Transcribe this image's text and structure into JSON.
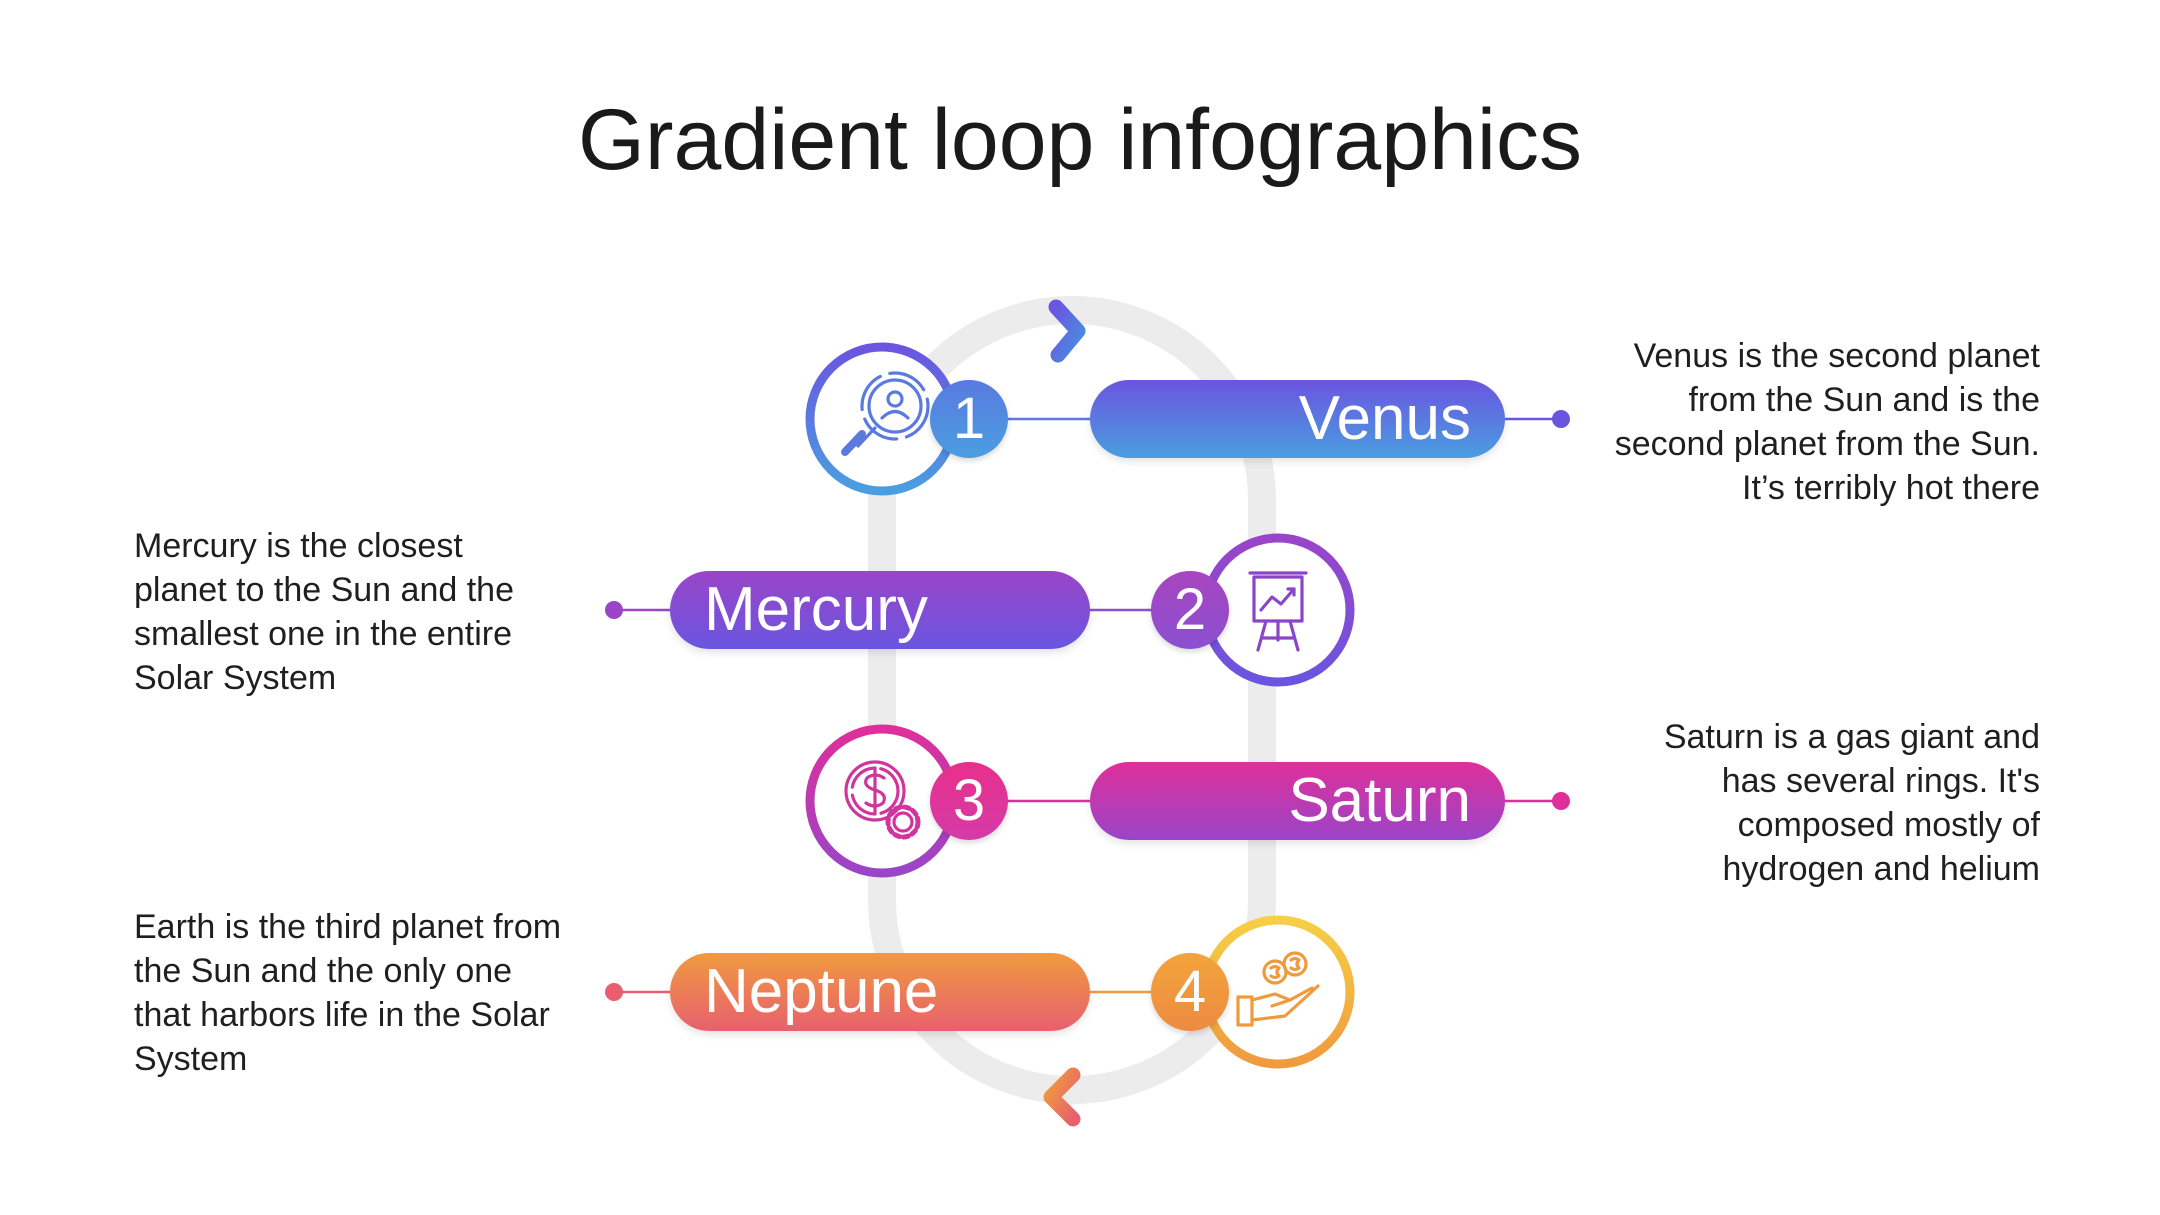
{
  "title": "Gradient loop infographics",
  "colors": {
    "track": "#ececec",
    "blue": "#4a8ee0",
    "indigo": "#6a55e0",
    "violet": "#9a45c8",
    "magenta": "#df2f9a",
    "orange": "#f09a3e",
    "coral": "#e8606e",
    "yellow": "#f6cf45"
  },
  "steps": [
    {
      "number": "1",
      "name": "Venus",
      "icon": "magnifier-user-icon",
      "lines": [
        "Venus is the second planet",
        "from the Sun and is the",
        "second planet from the Sun.",
        "It’s terribly hot there"
      ]
    },
    {
      "number": "2",
      "name": "Mercury",
      "icon": "presentation-board-icon",
      "lines": [
        "Mercury is the closest",
        "planet to the Sun and the",
        "smallest one in the entire",
        "Solar System"
      ]
    },
    {
      "number": "3",
      "name": "Saturn",
      "icon": "dollar-gear-icon",
      "lines": [
        "Saturn is a gas giant and",
        "has several rings. It's",
        "composed mostly of",
        "hydrogen and helium"
      ]
    },
    {
      "number": "4",
      "name": "Neptune",
      "icon": "hand-coins-icon",
      "lines": [
        "Earth is the third planet from",
        "the Sun and the only one",
        "that harbors life in the Solar",
        "System"
      ]
    }
  ]
}
